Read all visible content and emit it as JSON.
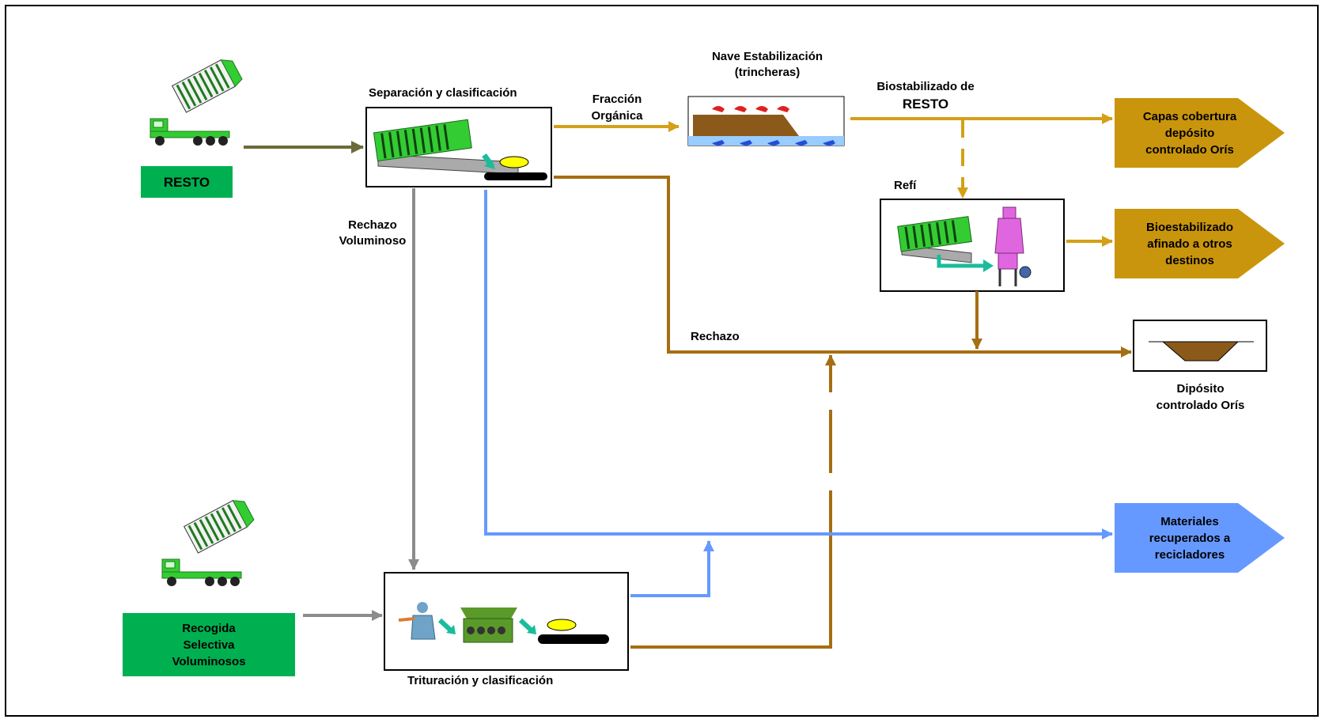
{
  "inputs": {
    "resto": "RESTO",
    "selective": "Recogida\nSelectiva\nVoluminosos"
  },
  "stages": {
    "separation_title": "Separación y clasificación",
    "stabilization_title_line1": "Nave Estabilización",
    "stabilization_title_line2": "(trincheras)",
    "refining_title": "Refí",
    "shredding_title": "Trituración y clasificación"
  },
  "flows": {
    "organic_line1": "Fracción",
    "organic_line2": "Orgánica",
    "biostabilized_line1": "Biostabilizado de",
    "biostabilized_line2": "RESTO",
    "bulky_reject_line1": "Rechazo",
    "bulky_reject_line2": "Voluminoso",
    "reject": "Rechazo"
  },
  "outputs": {
    "cover_layers": "Capas cobertura\ndepósito\ncontrolado Orís",
    "refined": "Bioestabilizado\nafinado a otros\ndestinos",
    "landfill": "Dipósito\ncontrolado Orís",
    "recovered": "Materiales\nrecuperados a\nrecicladores"
  },
  "colors": {
    "input_box": "#00b050",
    "olive_arrow": "#6b6b3a",
    "gray_arrow": "#8c8c8c",
    "organic_arrow": "#d4a017",
    "reject_arrow": "#a56e14",
    "recycle_arrow": "#6699ff",
    "output_gold": "#c9950c",
    "output_blue": "#6699ff"
  }
}
